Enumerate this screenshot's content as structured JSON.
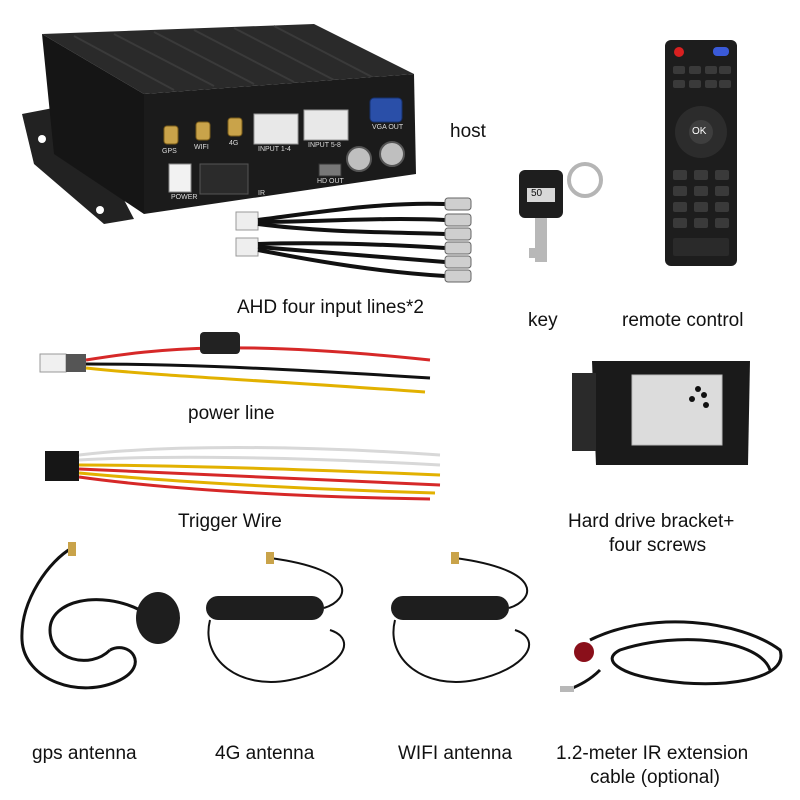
{
  "items": {
    "host": {
      "label": "host"
    },
    "ahd_lines": {
      "label": "AHD four input lines*2"
    },
    "key": {
      "label": "key"
    },
    "remote": {
      "label": "remote control",
      "ok_text": "OK",
      "key_tag": "50"
    },
    "power_line": {
      "label": "power line"
    },
    "trigger_wire": {
      "label": "Trigger Wire"
    },
    "bracket": {
      "label_line1": "Hard drive bracket+",
      "label_line2": "four screws"
    },
    "gps_antenna": {
      "label": "gps antenna"
    },
    "antenna_4g": {
      "label": "4G antenna"
    },
    "wifi_antenna": {
      "label": "WIFI antenna"
    },
    "ir_cable": {
      "label_line1": "1.2-meter IR extension",
      "label_line2": "cable (optional)"
    }
  },
  "host_ports": {
    "gps": "GPS",
    "wifi": "WIFI",
    "4g": "4G",
    "input_1_4": "INPUT 1-4",
    "input_5_8": "INPUT 5-8",
    "vga_out": "VGA OUT",
    "hd_out": "HD OUT",
    "power": "POWER",
    "ir": "IR"
  },
  "colors": {
    "device_black": "#1b1b1b",
    "wire_red": "#d62828",
    "wire_yellow": "#e2b100",
    "wire_white": "#d8d8d8",
    "vga_blue": "#2a4fa8",
    "ir_red": "#8a0f1a"
  }
}
